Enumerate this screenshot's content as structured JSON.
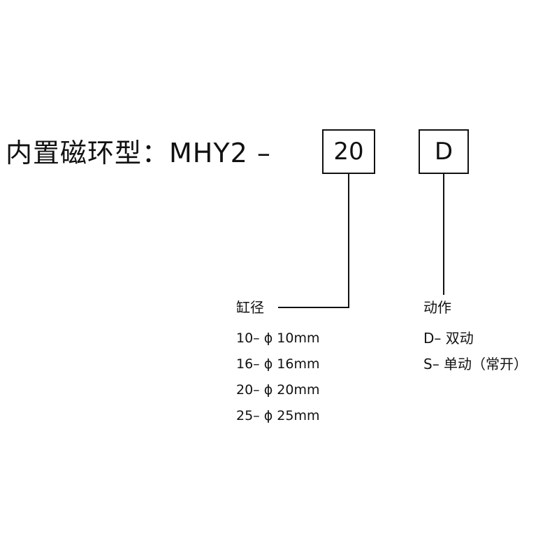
{
  "title": "内置磁环型：MHY2 –",
  "boxes": {
    "bore": "20",
    "action": "D"
  },
  "bore": {
    "heading": "缸径",
    "options": [
      "10– ϕ 10mm",
      "16– ϕ 16mm",
      "20– ϕ 20mm",
      "25– ϕ 25mm"
    ]
  },
  "action": {
    "heading": "动作",
    "options": [
      "D– 双动",
      "S– 单动（常开）"
    ]
  }
}
